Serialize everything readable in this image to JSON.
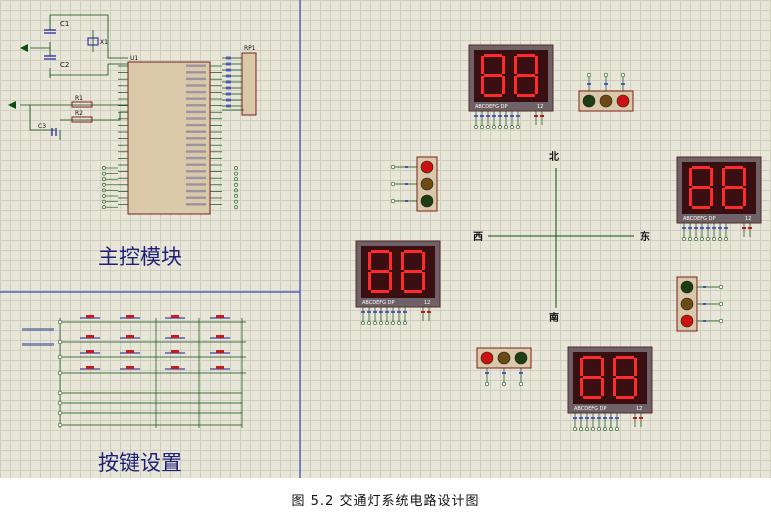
{
  "modules": {
    "main_control": "主控模块",
    "keypad": "按键设置"
  },
  "directions": {
    "north": "北",
    "south": "南",
    "east": "东",
    "west": "西"
  },
  "components": {
    "c1": "C1",
    "c2": "C2",
    "c3": "C3",
    "r1": "R1",
    "r2": "R2",
    "x1": "X1",
    "u1": "U1",
    "rp1": "RP1"
  },
  "display": {
    "segment_label": "ABCDEFG DP",
    "digit_label": "12"
  },
  "caption": "图 5.2 交通灯系统电路设计图",
  "colors": {
    "red_lamp": "#cc1111",
    "yellow_lamp": "#6b4a14",
    "green_lamp": "#1f3d12",
    "segment_on": "#ff2a2a",
    "wire": "#0d4d0d"
  }
}
